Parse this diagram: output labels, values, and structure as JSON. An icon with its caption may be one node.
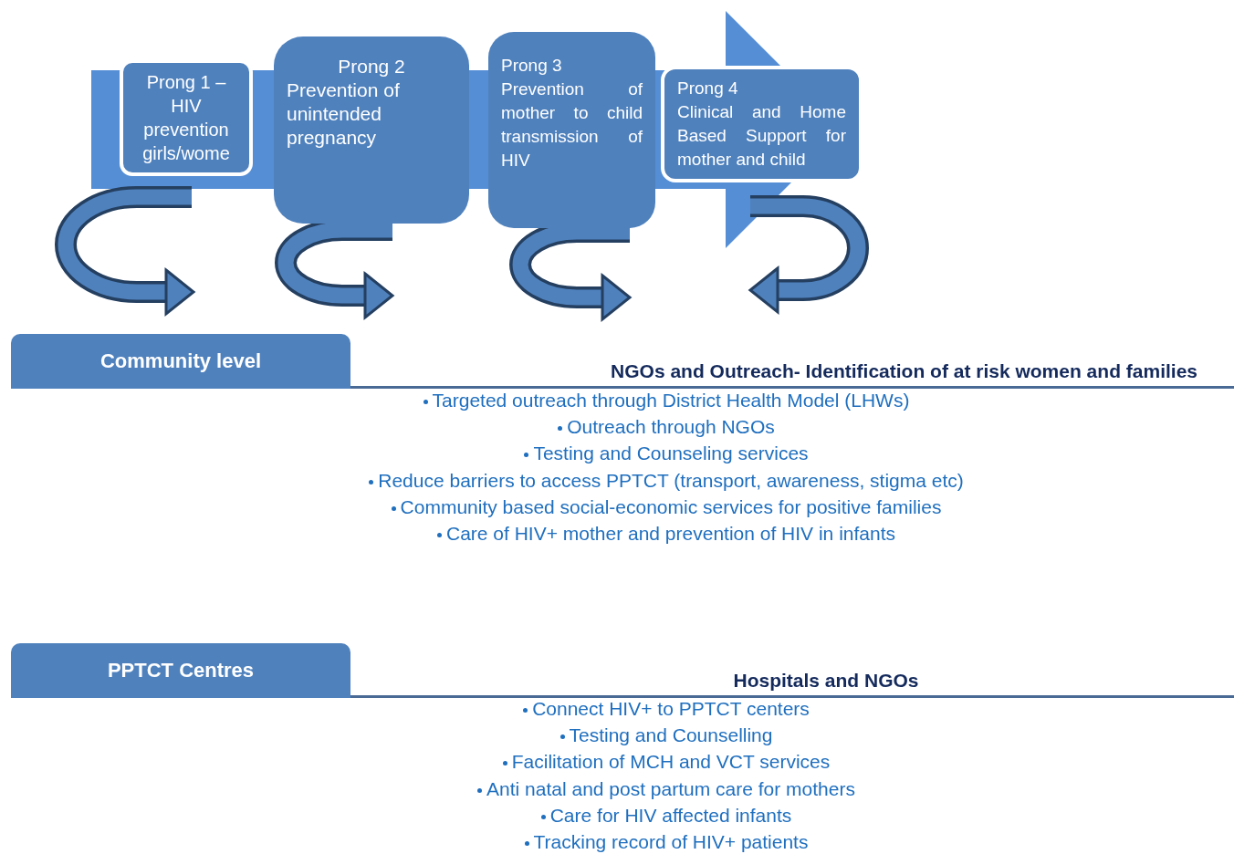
{
  "diagram": {
    "nodes": [
      {
        "text": [
          "Prong 1 – HIV prevention girls/wome"
        ]
      },
      {
        "text": [
          "Prong 2",
          "Prevention of unintended pregnancy"
        ]
      },
      {
        "text": [
          "Prong 3",
          "Prevention of mother to child transmission of HIV"
        ]
      },
      {
        "text": [
          "Prong 4",
          "Clinical and Home Based Support for mother and child"
        ]
      },
      {
        "text": [
          "Community level"
        ]
      },
      {
        "text": [
          "PPTCT Centres"
        ]
      }
    ],
    "labels": [
      "NGOs and Outreach- Identification of at risk women and families",
      "Targeted outreach through District Health Model (LHWs)",
      "Outreach through NGOs",
      "Testing and Counseling services",
      "Reduce barriers to access PPTCT (transport, awareness, stigma etc)",
      "Community based social-economic services for positive families",
      "Care of HIV+ mother and prevention of HIV in infants",
      "Hospitals and NGOs",
      "Connect HIV+ to PPTCT centers",
      "Testing and Counselling",
      "Facilitation of MCH and VCT services",
      "Anti natal and post partum care for mothers",
      "Care for HIV affected infants",
      "Tracking record of HIV+ patients"
    ]
  }
}
